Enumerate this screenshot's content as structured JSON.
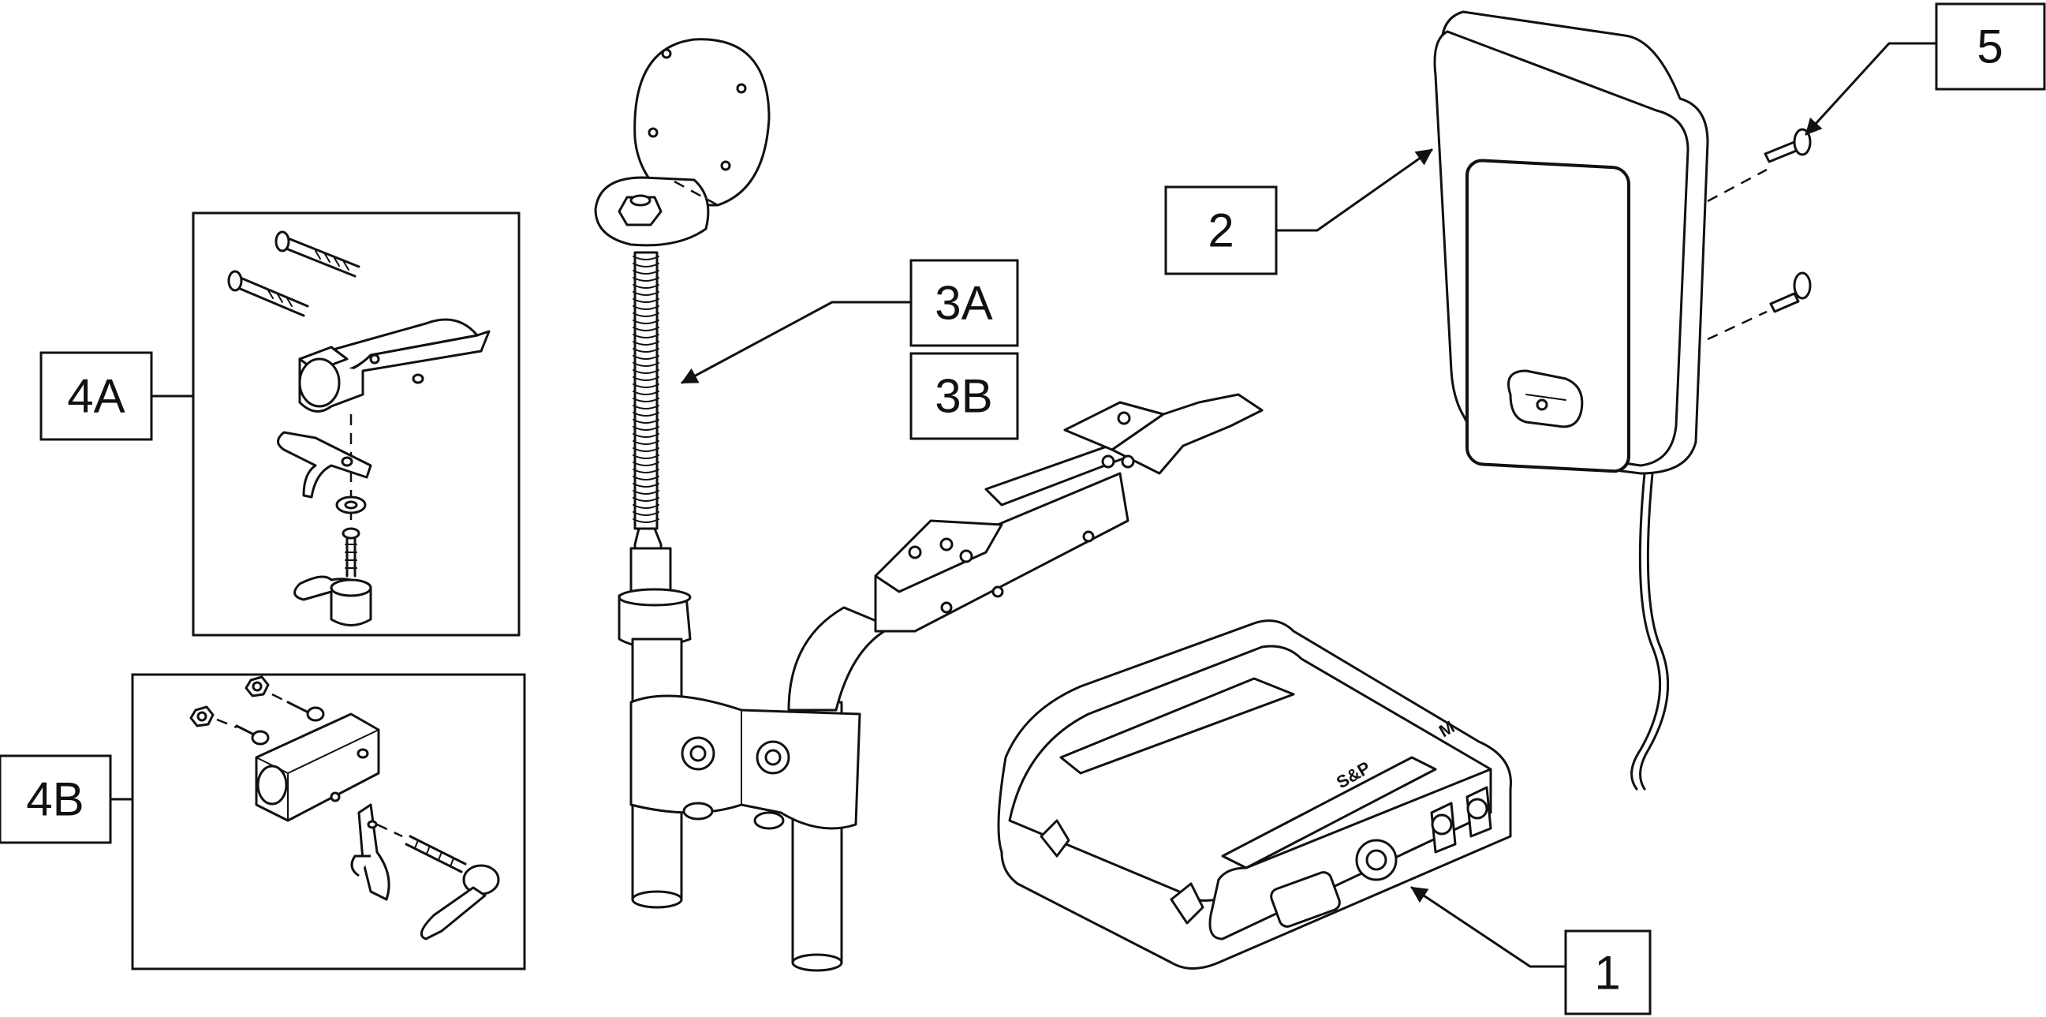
{
  "callouts": {
    "c1": "1",
    "c2": "2",
    "c3a": "3A",
    "c3b": "3B",
    "c4a": "4A",
    "c4b": "4B",
    "c5": "5"
  },
  "module_labels": {
    "brand": "S&P",
    "badge": "M"
  }
}
